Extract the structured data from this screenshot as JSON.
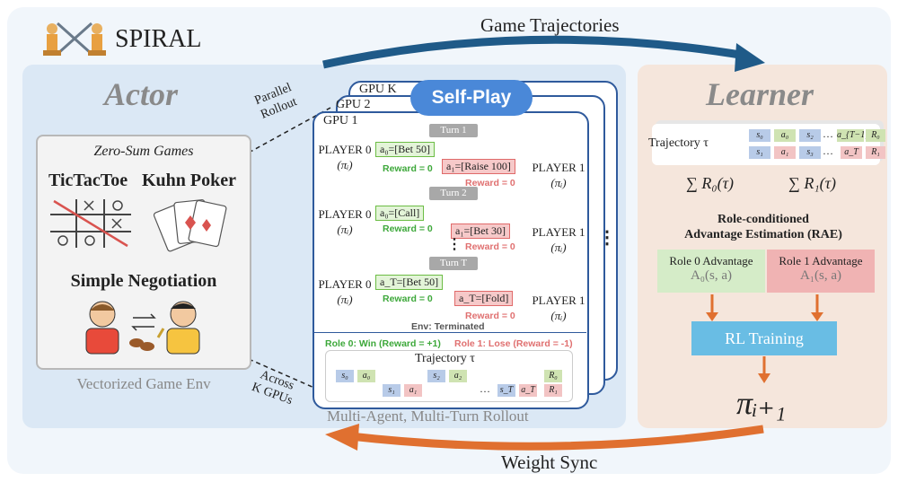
{
  "header": {
    "logo_text": "SPIRAL",
    "game_trajectories": "Game Trajectories",
    "weight_sync": "Weight Sync"
  },
  "actor": {
    "title": "Actor",
    "parallel_rollout": [
      "Parallel",
      "Rollout"
    ],
    "across_gpus": [
      "Across",
      "K GPUs"
    ],
    "footer": "Multi-Agent, Multi-Turn Rollout",
    "games_box": {
      "heading": "Zero-Sum Games",
      "game1": "TicTacToe",
      "game2": "Kuhn Poker",
      "game3": "Simple Negotiation",
      "footer": "Vectorized Game Env"
    },
    "gpus": {
      "k": "GPU K",
      "two": "GPU 2",
      "one": "GPU 1"
    },
    "self_play": "Self-Play",
    "ellipsis": "⋮",
    "side_dots": "⋮",
    "turns": [
      {
        "label": "Turn 1",
        "p0_action": "a₀=[Bet 50]",
        "p0_reward": "Reward = 0",
        "p1_action": "a₁=[Raise 100]",
        "p1_reward": "Reward = 0"
      },
      {
        "label": "Turn 2",
        "p0_action": "a₀=[Call]",
        "p0_reward": "Reward = 0",
        "p1_action": "a₁=[Bet 30]",
        "p1_reward": "Reward = 0"
      },
      {
        "label": "Turn T",
        "p0_action": "a_T=[Bet 50]",
        "p0_reward": "Reward = 0",
        "p1_action": "a_T=[Fold]",
        "p1_reward": "Reward = 0"
      }
    ],
    "player0": "PLAYER 0",
    "player1": "PLAYER 1",
    "policy": "(πᵢ)",
    "env_terminated": "Env: Terminated",
    "win": "Role 0: Win (Reward = +1)",
    "lose": "Role 1: Lose (Reward = -1)",
    "trajectory_label": "Trajectory τ",
    "traj_row1": [
      "s₀",
      "a₀",
      "s₂",
      "a₂",
      "R₀"
    ],
    "traj_row2": [
      "s₁",
      "a₁",
      "…",
      "s_T",
      "a_T",
      "R₁"
    ]
  },
  "learner": {
    "title": "Learner",
    "trajectory_label": "Trajectory τ",
    "row1": [
      "s₀",
      "a₀",
      "s₂",
      "…",
      "a_{T−1}",
      "R₀"
    ],
    "row2": [
      "s₁",
      "a₁",
      "s₃",
      "…",
      "a_T",
      "R₁"
    ],
    "sum0": "∑ R₀(τ)",
    "sum1": "∑ R₁(τ)",
    "rae_line1": "Role-conditioned",
    "rae_line2": "Advantage Estimation (RAE)",
    "adv0_title": "Role 0 Advantage",
    "adv0_expr": "A₀(s, a)",
    "adv1_title": "Role 1 Advantage",
    "adv1_expr": "A₁(s, a)",
    "rl_training": "RL Training",
    "policy_next": "πᵢ₊₁"
  },
  "colors": {
    "accent_blue": "#4a88d8",
    "dark_blue": "#1f5a88",
    "orange": "#e07030",
    "green": "#6cbd45",
    "red": "#e06a6a"
  }
}
